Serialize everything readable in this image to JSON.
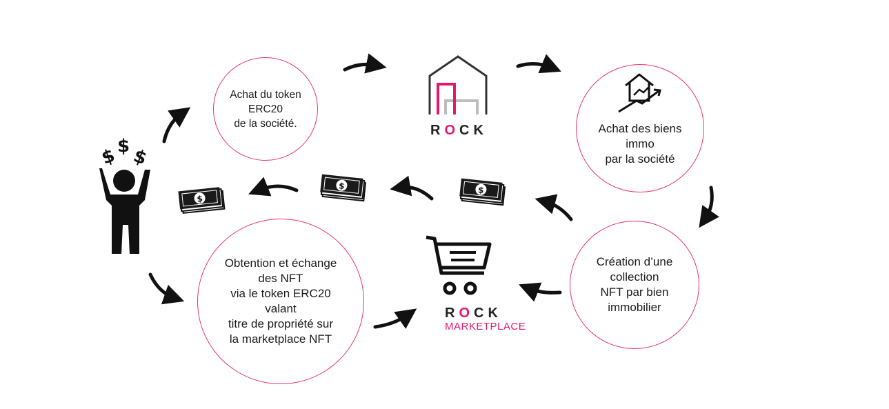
{
  "steps": {
    "token_purchase": [
      "Achat du token",
      "ERC20",
      "de la société."
    ],
    "property_purchase": [
      "Achat des biens",
      "immo",
      "par la société"
    ],
    "nft_creation": [
      "Création d’une",
      "collection",
      "NFT par bien",
      "immobilier"
    ],
    "nft_exchange": [
      "Obtention et échange",
      "des NFT",
      "via le token ERC20",
      "valant",
      "titre de propriété sur",
      "la marketplace NFT"
    ]
  },
  "logos": {
    "rock_word_start": "R",
    "rock_word_o": "O",
    "rock_word_end": "CK",
    "marketplace_label": "MARKETPLACE"
  },
  "icons": {
    "investor": "investor-with-dollars-icon",
    "house": "house-growth-icon",
    "cart": "shopping-cart-icon",
    "cash": "cash-bills-icon"
  },
  "colors": {
    "accent": "#e5186f",
    "circle_border": "#e8336f",
    "ink": "#111111",
    "grey": "#b0b0b0"
  }
}
